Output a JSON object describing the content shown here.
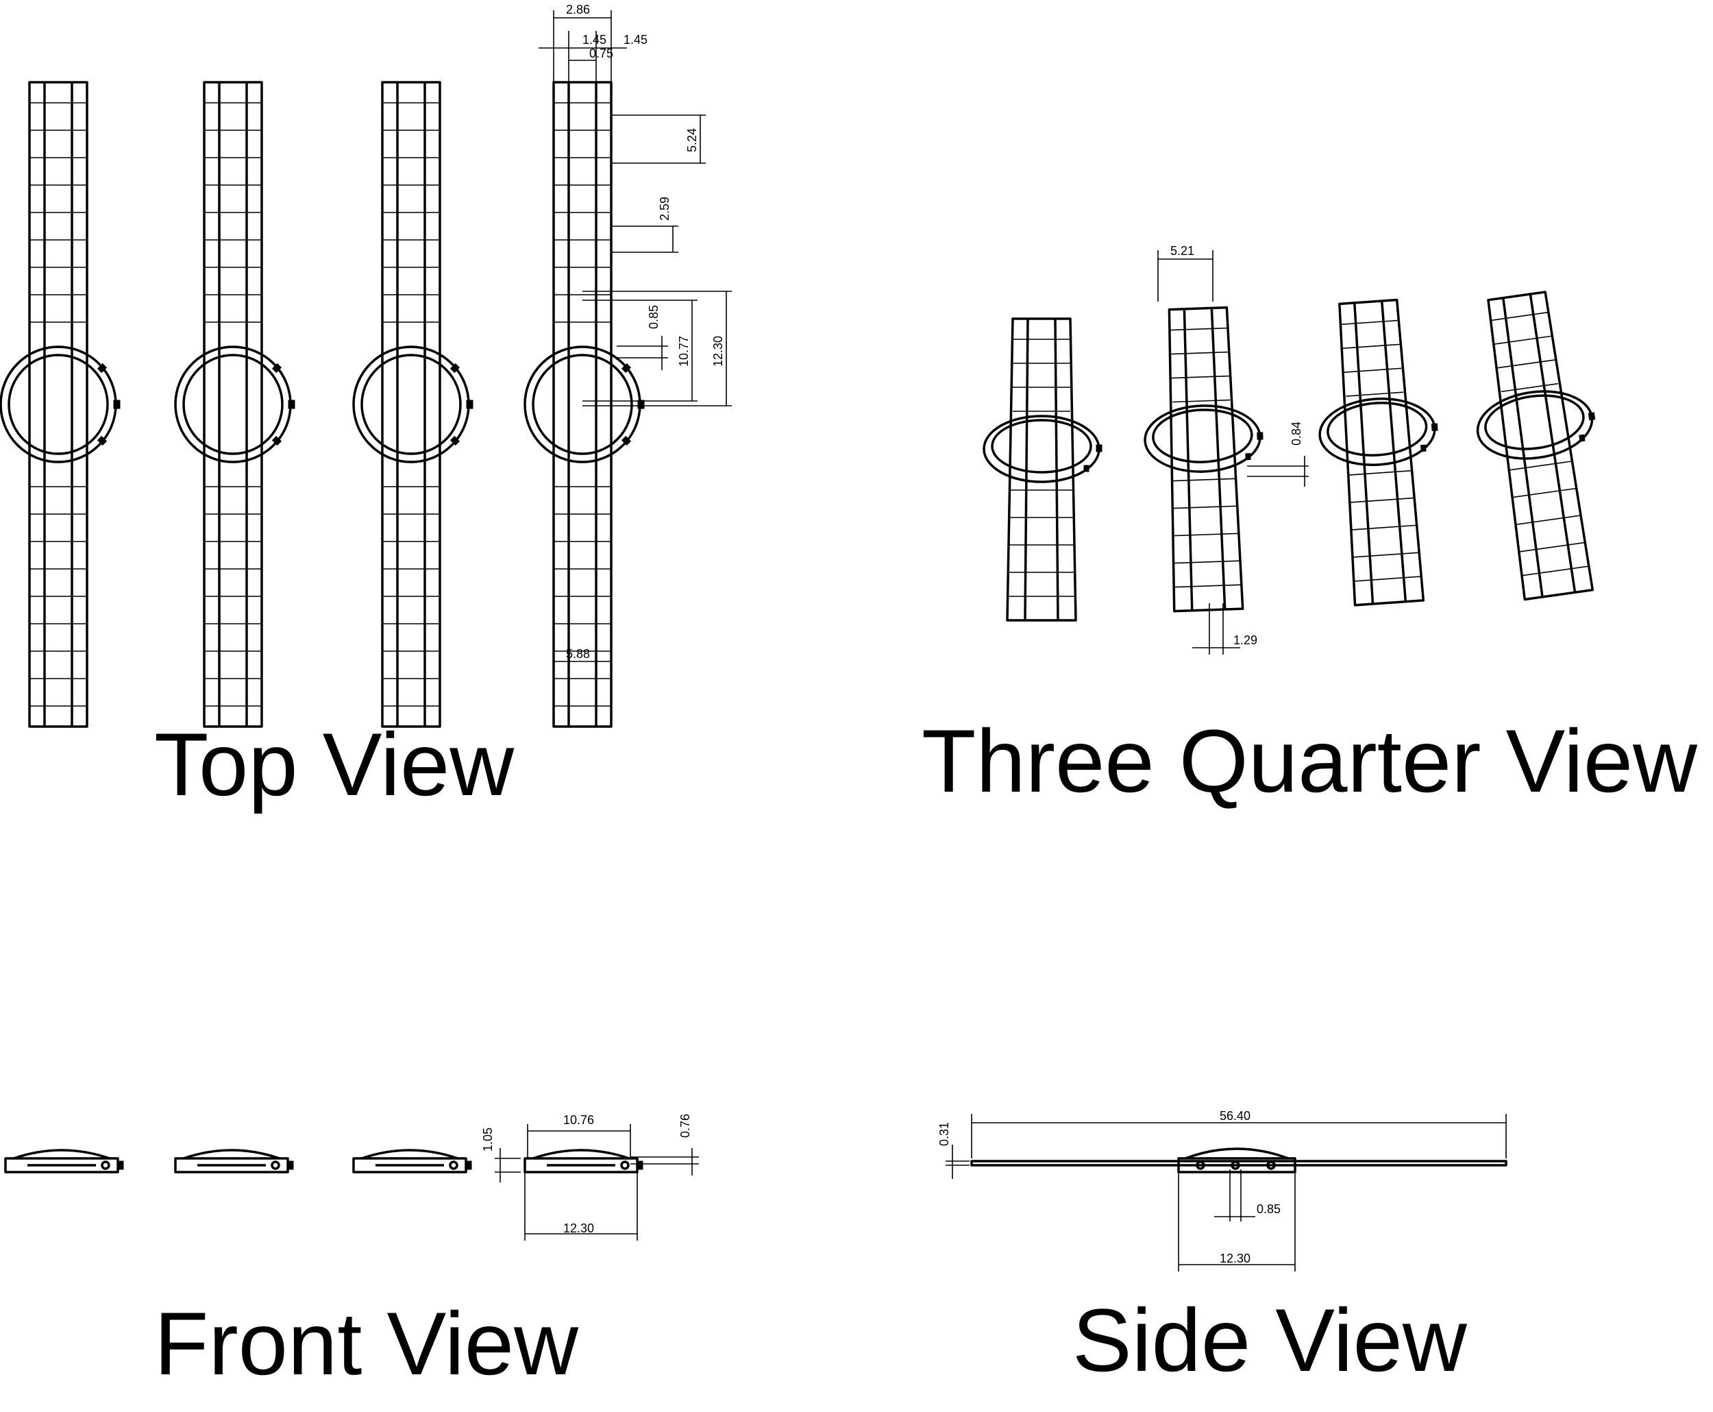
{
  "titles": {
    "top": "Top View",
    "three_quarter": "Three Quarter View",
    "front": "Front View",
    "side": "Side View"
  },
  "dims": {
    "top": {
      "band_width_top": "2.86",
      "left_offset": "1.45",
      "center_width": "0.75",
      "right_offset": "1.45",
      "link_length": "5.24",
      "link_gap": "2.59",
      "crown_height": "0.85",
      "face_diameter": "10.77",
      "case_diameter": "12.30",
      "band_width_bottom": "5.88"
    },
    "three_quarter": {
      "band_width": "5.21",
      "crown_offset": "0.84",
      "link_thickness": "1.29"
    },
    "front": {
      "case_height": "1.05",
      "dome_width": "10.76",
      "dome_height": "0.76",
      "case_width": "12.30"
    },
    "side": {
      "band_thickness": "0.31",
      "total_length": "56.40",
      "crown_width": "0.85",
      "case_width": "12.30"
    }
  }
}
